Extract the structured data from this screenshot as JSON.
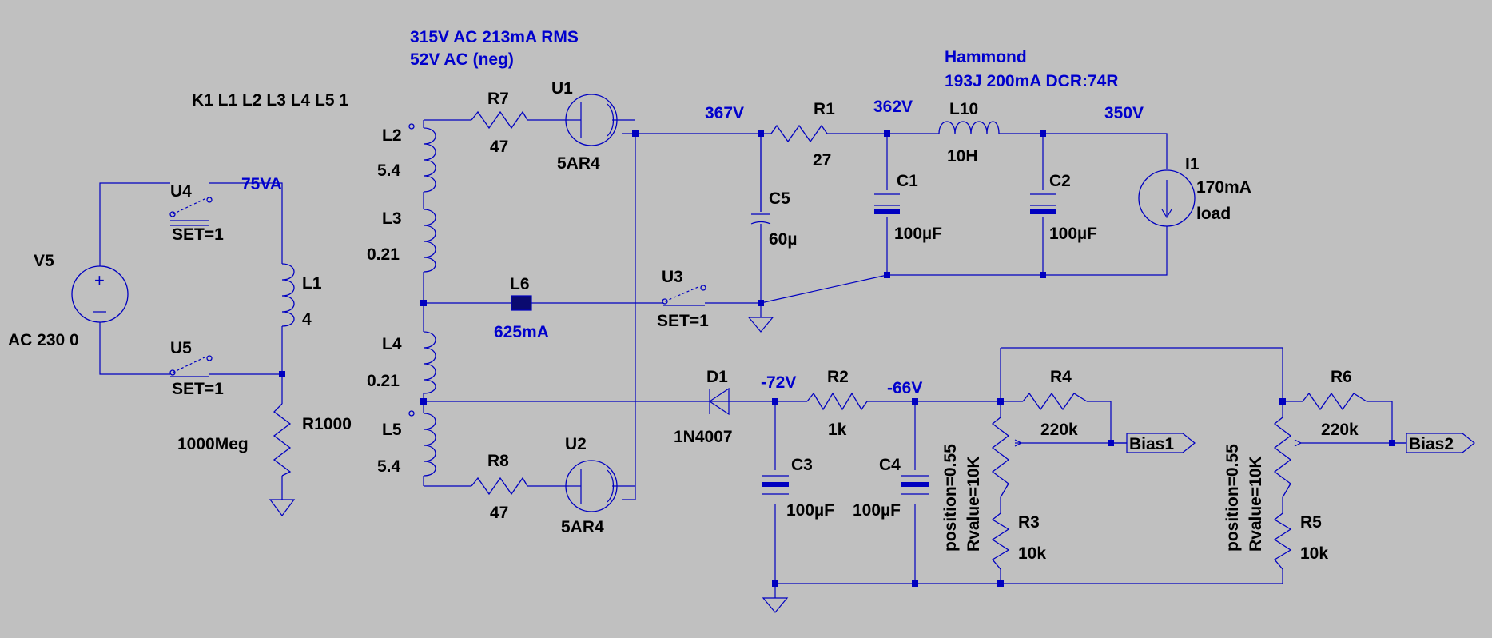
{
  "annotations": {
    "transformer_spec_1": "315V AC  213mA RMS",
    "transformer_spec_2": "52V AC (neg)",
    "choke_brand": "Hammond",
    "choke_spec": "193J 200mA DCR:74R",
    "coupling": "K1 L1 L2 L3 L4 L5 1",
    "va_rating": "75VA",
    "fuse_rating": "625mA"
  },
  "nodes": {
    "n367": "367V",
    "n362": "362V",
    "n350": "350V",
    "n_72": "-72V",
    "n_66": "-66V"
  },
  "components": {
    "V5": {
      "name": "V5",
      "value": "AC 230 0"
    },
    "U4": {
      "name": "U4",
      "value": "SET=1"
    },
    "U5": {
      "name": "U5",
      "value": "SET=1"
    },
    "U3": {
      "name": "U3",
      "value": "SET=1"
    },
    "L1": {
      "name": "L1",
      "value": "4"
    },
    "R1000": {
      "name": "R1000",
      "value": "1000Meg"
    },
    "L2": {
      "name": "L2",
      "value": "5.4"
    },
    "L3": {
      "name": "L3",
      "value": "0.21"
    },
    "L4": {
      "name": "L4",
      "value": "0.21"
    },
    "L5": {
      "name": "L5",
      "value": "5.4"
    },
    "L6": {
      "name": "L6"
    },
    "R7": {
      "name": "R7",
      "value": "47"
    },
    "R8": {
      "name": "R8",
      "value": "47"
    },
    "U1": {
      "name": "U1",
      "value": "5AR4"
    },
    "U2": {
      "name": "U2",
      "value": "5AR4"
    },
    "C5": {
      "name": "C5",
      "value": "60µ"
    },
    "R1": {
      "name": "R1",
      "value": "27"
    },
    "C1": {
      "name": "C1",
      "value": "100µF"
    },
    "L10": {
      "name": "L10",
      "value": "10H"
    },
    "C2": {
      "name": "C2",
      "value": "100µF"
    },
    "I1": {
      "name": "I1",
      "value1": "170mA",
      "value2": "load"
    },
    "D1": {
      "name": "D1",
      "value": "1N4007"
    },
    "R2": {
      "name": "R2",
      "value": "1k"
    },
    "C3": {
      "name": "C3",
      "value": "100µF"
    },
    "C4": {
      "name": "C4",
      "value": "100µF"
    },
    "R4": {
      "name": "R4",
      "value": "220k"
    },
    "R3": {
      "name": "R3",
      "value": "10k",
      "param1": "position=0.55",
      "param2": "Rvalue=10K"
    },
    "R6": {
      "name": "R6",
      "value": "220k"
    },
    "R5": {
      "name": "R5",
      "value": "10k",
      "param1": "position=0.55",
      "param2": "Rvalue=10K"
    }
  },
  "flags": {
    "bias1": "Bias1",
    "bias2": "Bias2"
  },
  "colors": {
    "background": "#c0c0c0",
    "wire": "#0000c0",
    "annotation": "#0000cc",
    "label": "#000000"
  }
}
